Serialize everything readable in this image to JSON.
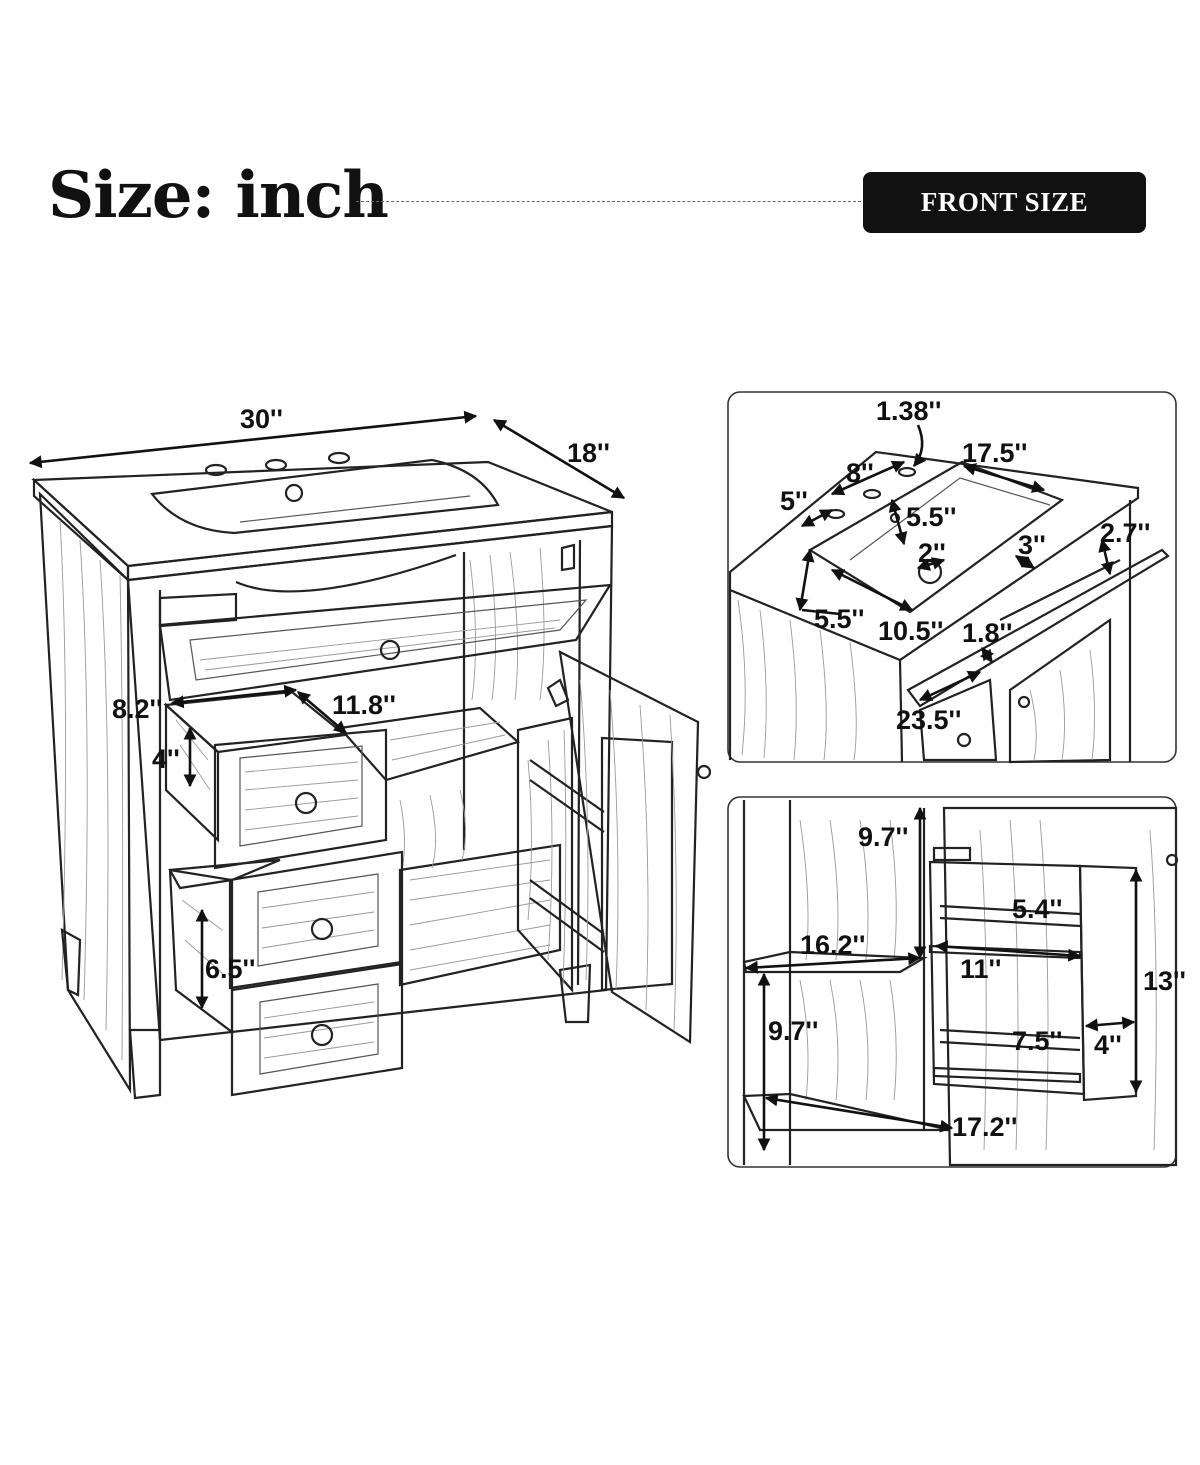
{
  "header": {
    "title": "Size: inch",
    "badge": "FRONT SIZE"
  },
  "main_view": {
    "width": "30''",
    "depth": "18''",
    "drawer_height_top": "8.2''",
    "drawer_depth": "11.8''",
    "drawer_inner_height": "4''",
    "lower_drawer_height": "6.5''"
  },
  "basin_detail": {
    "faucet_hole": "1.38''",
    "hole_spacing": "8''",
    "basin_length": "17.5''",
    "left_offset": "5''",
    "basin_width": "5.5''",
    "drain": "2''",
    "rim_front": "3''",
    "tray_depth": "2.7''",
    "front_offset": "5.5''",
    "basin_depth": "10.5''",
    "tray_height": "1.8''",
    "tray_width": "23.5''"
  },
  "cabinet_detail": {
    "upper_height": "9.7''",
    "shelf_depth": "16.2''",
    "rack_rail": "5.4''",
    "rack_width": "11''",
    "rack_height": "13''",
    "lower_height": "9.7''",
    "rack_rail_low": "7.5''",
    "rack_depth": "4''",
    "bottom_depth": "17.2''"
  }
}
